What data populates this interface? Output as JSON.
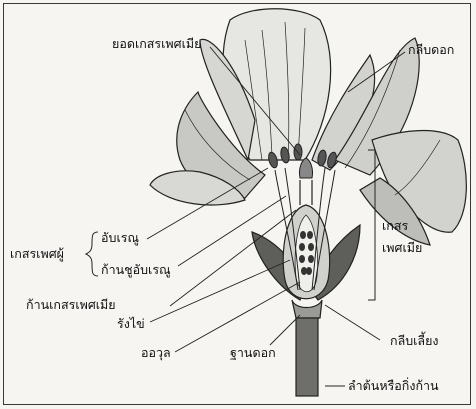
{
  "labels": {
    "stigma": "ยอดเกสรเพศเมีย",
    "petal": "กลีบดอก",
    "stamen_group": "เกสรเพศผู้",
    "anther": "อับเรณู",
    "filament": "ก้านชูอับเรณู",
    "pistil_line1": "เกสร",
    "pistil_line2": "เพศเมีย",
    "style": "ก้านเกสรเพศเมีย",
    "ovary": "รังไข่",
    "ovule": "ออวุล",
    "receptacle": "ฐานดอก",
    "sepal": "กลีบเลี้ยง",
    "stem": "ลำต้นหรือกิ่งก้าน"
  },
  "colors": {
    "ink": "#222222",
    "petal_fill": "#dcdcd8",
    "petal_shade": "#9a9a96",
    "sepal_fill": "#5e5e5a",
    "stem_fill": "#6e6e6a",
    "ovary_fill": "#d0d0cc"
  }
}
